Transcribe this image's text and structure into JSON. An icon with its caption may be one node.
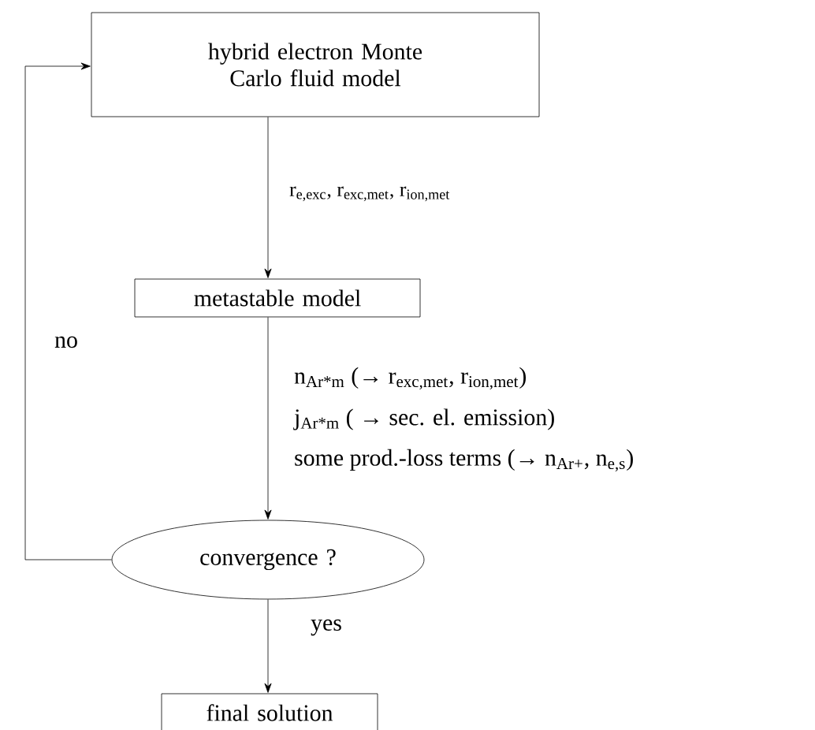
{
  "diagram": {
    "nodes": [
      {
        "text": [
          "hybrid electron Monte Carlo fluid model"
        ]
      },
      {
        "text": [
          "metastable model"
        ]
      },
      {
        "text": [
          "convergence ?"
        ]
      },
      {
        "text": [
          "final solution"
        ]
      }
    ],
    "edges": [
      {
        "from": 0,
        "to": 1,
        "arrow": "to",
        "label": "r$_{e,exc}$, r$_{exc,met}$, r$_{ion,met}$"
      },
      {
        "from": 1,
        "to": 2,
        "arrow": "to"
      },
      {
        "from": 2,
        "to": 0,
        "arrow": "to",
        "label": "no"
      },
      {
        "from": 2,
        "to": 3,
        "arrow": "to",
        "label": "yes"
      }
    ],
    "labels": [
      "n$_{Ar*m}$ (→ r$_{exc,met}$, r$_{ion,met}$)",
      "j$_{Ar*m}$ ( → sec. el. emission)",
      "some prod.-loss terms (→ n$_{Ar+}$, n$_{e,s}$)"
    ]
  }
}
